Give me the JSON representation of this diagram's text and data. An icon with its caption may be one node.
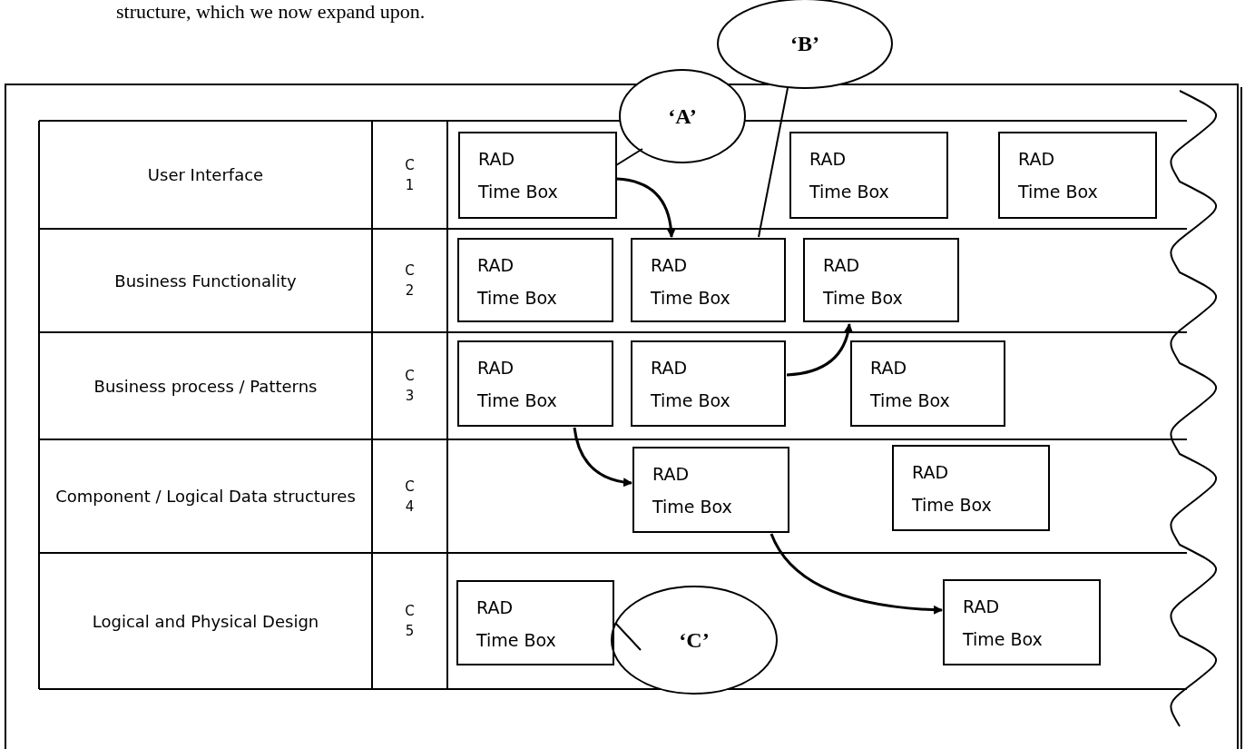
{
  "diagram": {
    "nodes": [
      {
        "text": [
          "User Interface"
        ]
      },
      {
        "text": [
          "C 1"
        ]
      },
      {
        "text": [
          "RAD Time Box"
        ]
      },
      {
        "text": [
          "RAD Time Box"
        ]
      },
      {
        "text": [
          "RAD Time Box"
        ]
      },
      {
        "text": [
          "Business Functionality"
        ]
      },
      {
        "text": [
          "C 2"
        ]
      },
      {
        "text": [
          "RAD Time Box"
        ]
      },
      {
        "text": [
          "RAD Time Box"
        ]
      },
      {
        "text": [
          "RAD Time Box"
        ]
      },
      {
        "text": [
          "Business process / Patterns"
        ]
      },
      {
        "text": [
          "C 3"
        ]
      },
      {
        "text": [
          "RAD Time Box"
        ]
      },
      {
        "text": [
          "RAD Time Box"
        ]
      },
      {
        "text": [
          "RAD Time Box"
        ]
      },
      {
        "text": [
          "Component / Logical Data structures"
        ]
      },
      {
        "text": [
          "C 4"
        ]
      },
      {
        "text": [
          "RAD Time Box"
        ]
      },
      {
        "text": [
          "RAD Time Box"
        ]
      },
      {
        "text": [
          "Logical and Physical Design"
        ]
      },
      {
        "text": [
          "C 5"
        ]
      },
      {
        "text": [
          "RAD Time Box"
        ]
      },
      {
        "text": [
          "RAD Time Box"
        ]
      },
      {
        "text": [
          "‘A’"
        ]
      },
      {
        "text": [
          "‘B’"
        ]
      },
      {
        "text": [
          "‘C’"
        ]
      }
    ],
    "edges": [
      {
        "from": 2,
        "to": 8,
        "arrow": "to"
      },
      {
        "from": 13,
        "to": 9,
        "arrow": "to"
      },
      {
        "from": 12,
        "to": 17,
        "arrow": "to"
      },
      {
        "from": 17,
        "to": 22,
        "arrow": "to"
      },
      {
        "from": 23,
        "to": 2,
        "arrow": "none"
      },
      {
        "from": 24,
        "to": 8,
        "arrow": "none"
      },
      {
        "from": 25,
        "to": 21,
        "arrow": "none"
      }
    ],
    "labels": [
      "structure, which we now expand upon."
    ]
  }
}
